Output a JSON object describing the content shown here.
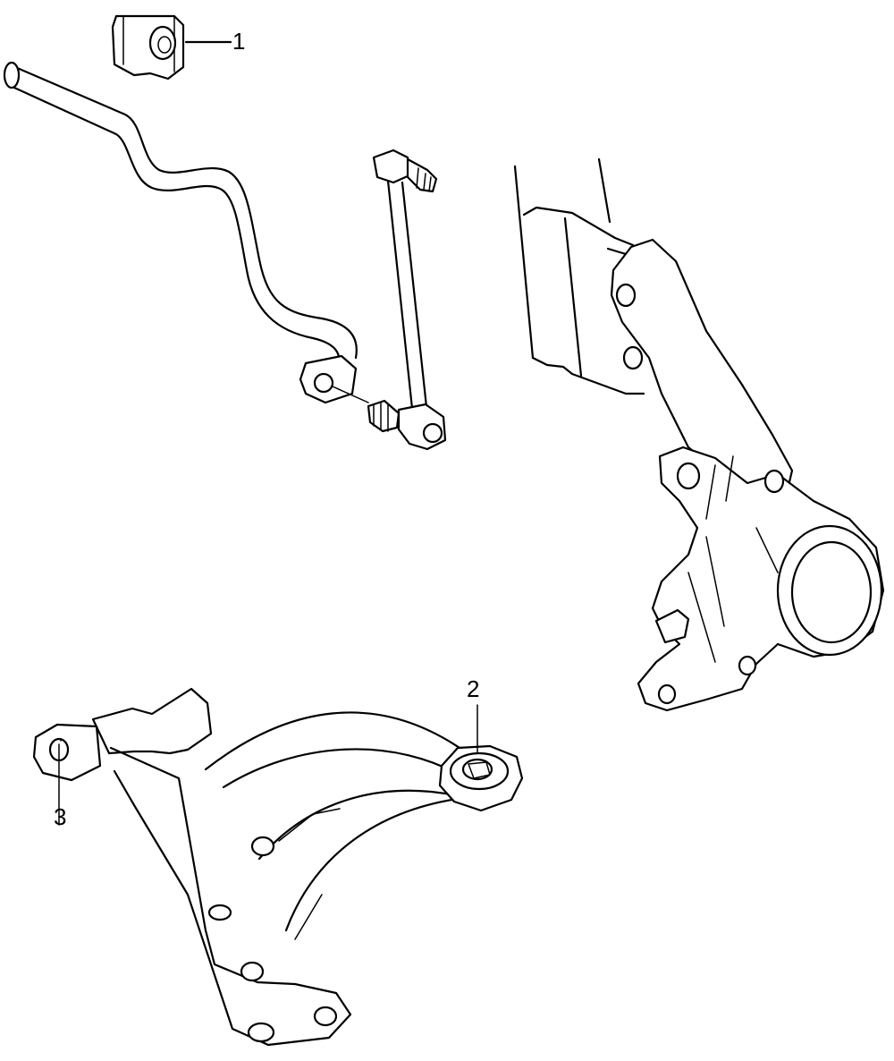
{
  "diagram": {
    "callouts": [
      {
        "id": "1",
        "label": "1"
      },
      {
        "id": "2",
        "label": "2"
      },
      {
        "id": "3",
        "label": "3"
      }
    ],
    "parts": [
      {
        "name": "stabilizer-bushing"
      },
      {
        "name": "stabilizer-bar"
      },
      {
        "name": "stabilizer-link"
      },
      {
        "name": "steering-knuckle"
      },
      {
        "name": "lower-control-arm"
      }
    ]
  }
}
